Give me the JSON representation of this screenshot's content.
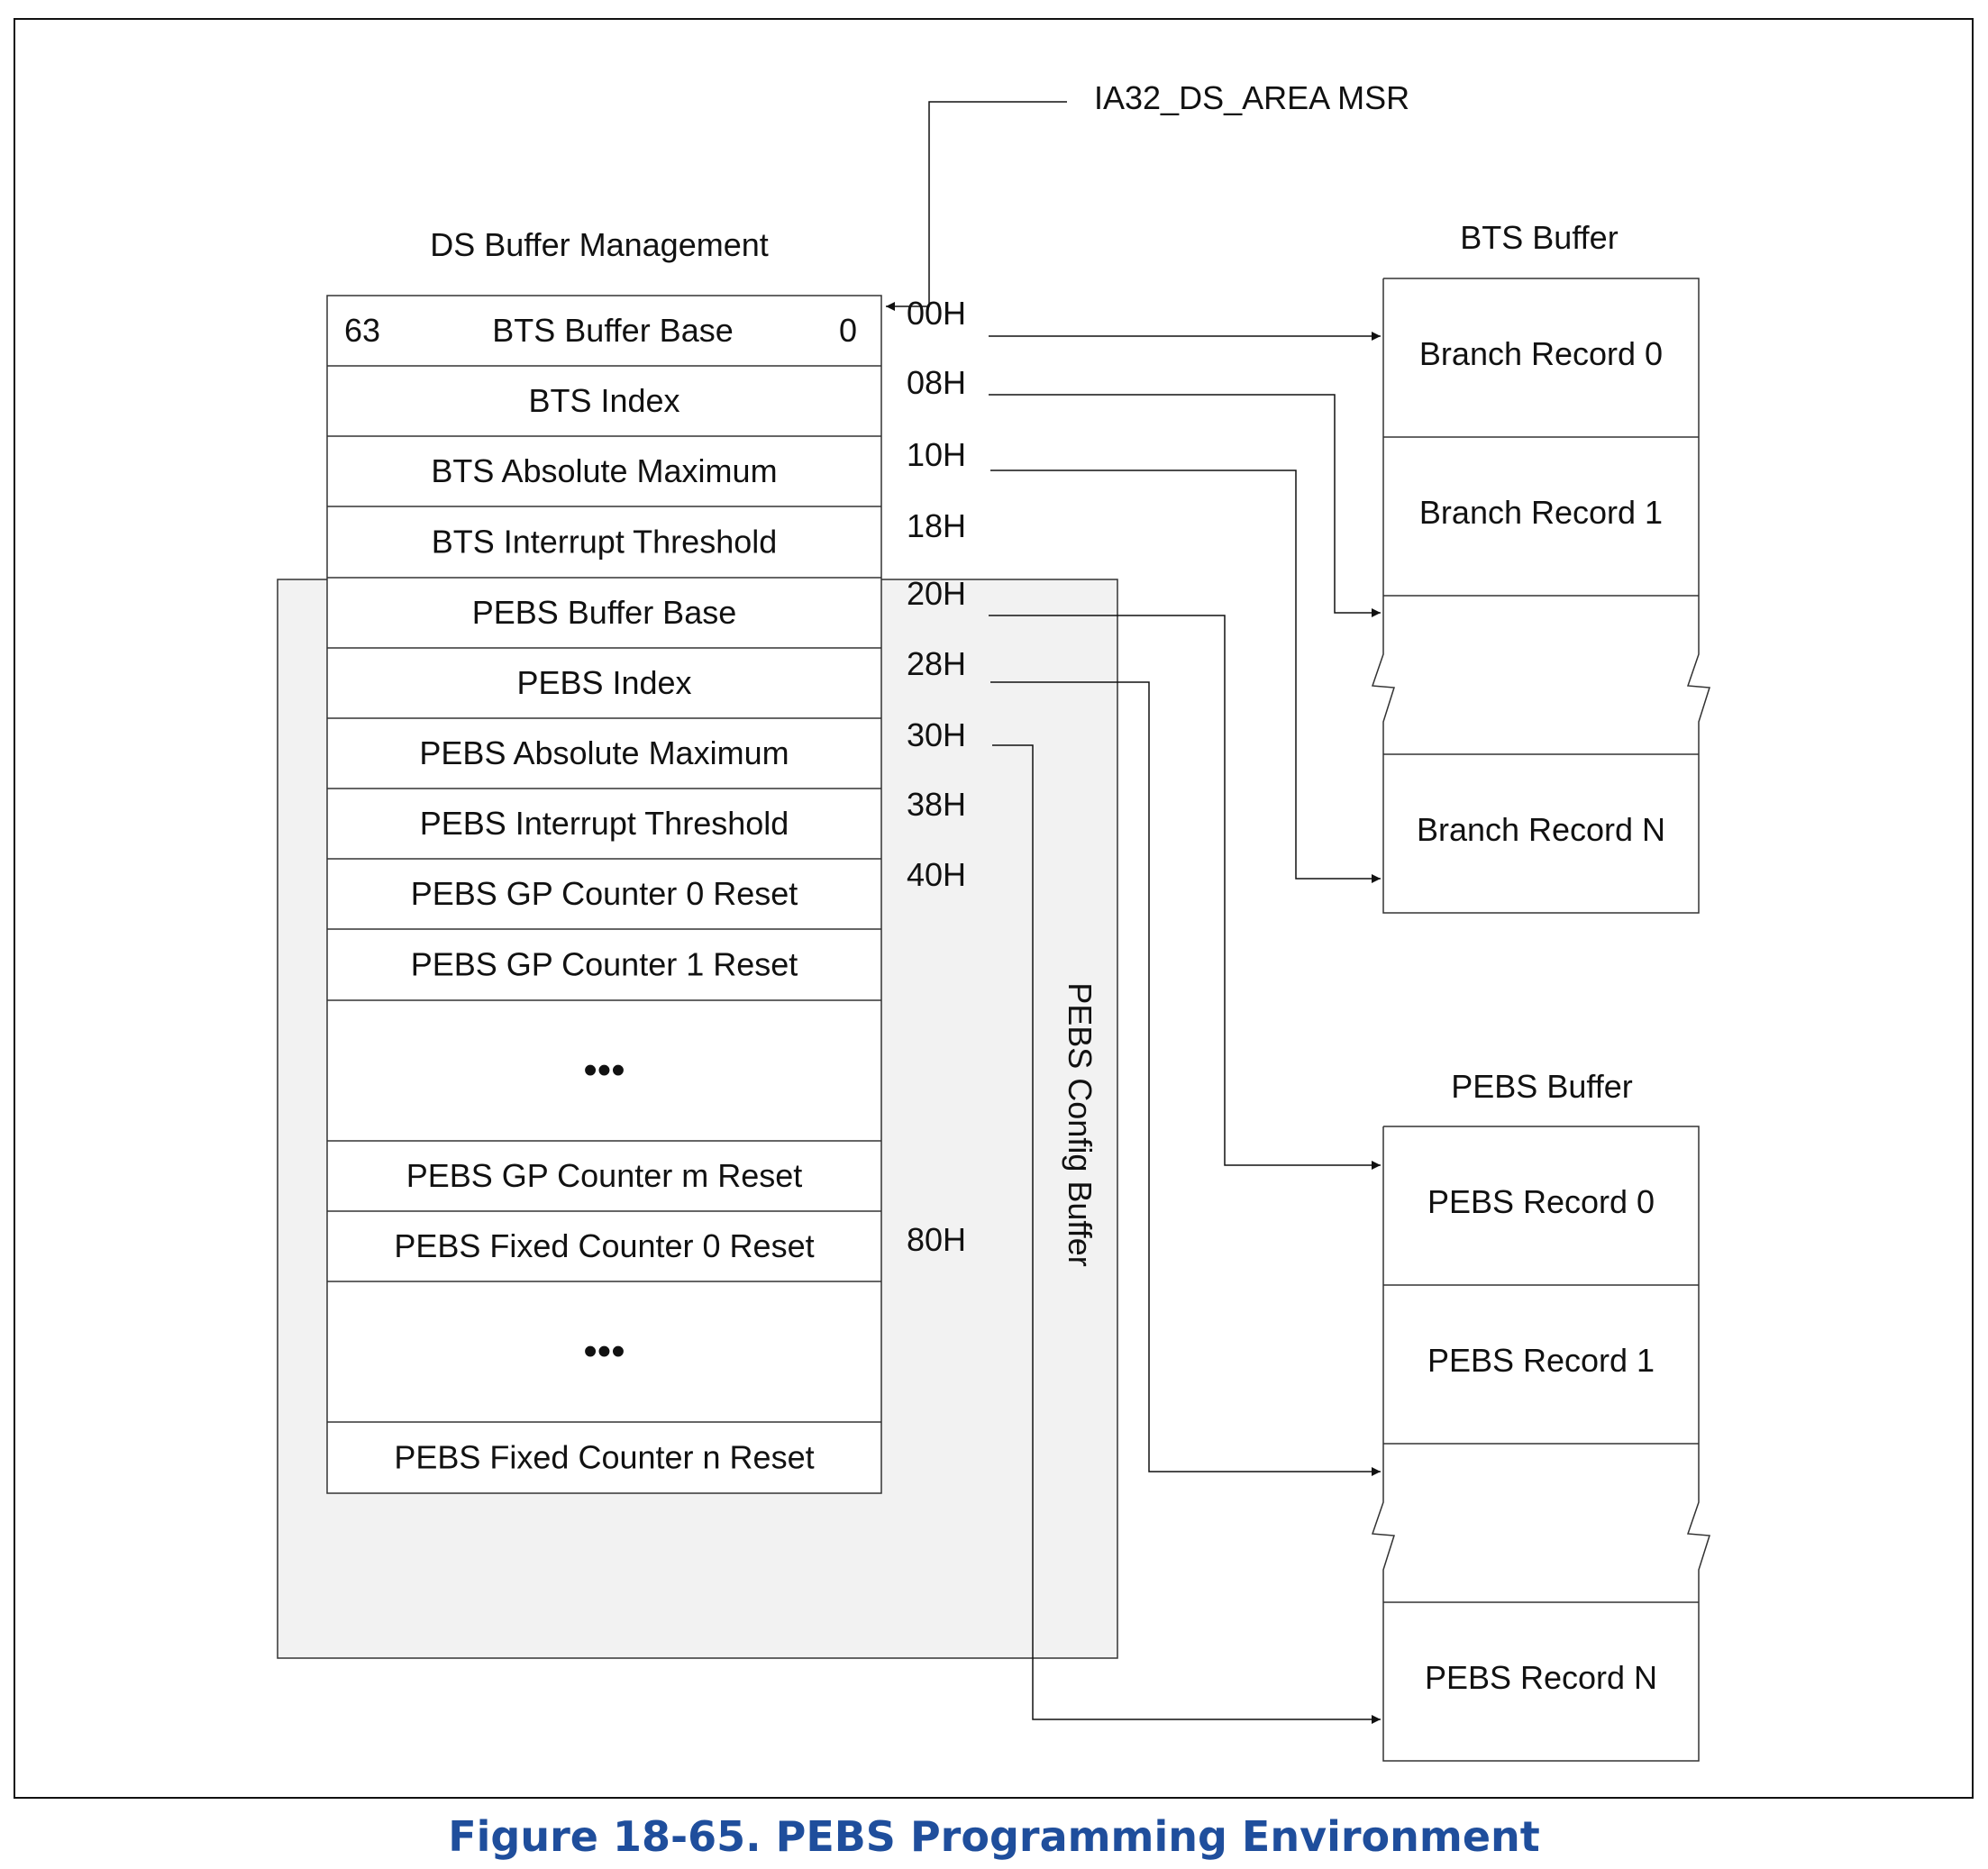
{
  "ia32_label": "IA32_DS_AREA MSR",
  "ds": {
    "title": "DS Buffer Management",
    "bit_high": "63",
    "bit_low": "0",
    "rows": [
      {
        "label": "BTS Buffer Base",
        "offset": "00H"
      },
      {
        "label": "BTS Index",
        "offset": "08H"
      },
      {
        "label": "BTS Absolute Maximum",
        "offset": "10H"
      },
      {
        "label": "BTS Interrupt Threshold",
        "offset": "18H"
      },
      {
        "label": "PEBS Buffer Base",
        "offset": "20H"
      },
      {
        "label": "PEBS Index",
        "offset": "28H"
      },
      {
        "label": "PEBS Absolute Maximum",
        "offset": "30H"
      },
      {
        "label": "PEBS Interrupt Threshold",
        "offset": "38H"
      },
      {
        "label": "PEBS GP Counter 0 Reset",
        "offset": "40H"
      },
      {
        "label": "PEBS GP Counter 1 Reset",
        "offset": ""
      },
      {
        "label": "•••",
        "offset": ""
      },
      {
        "label": "PEBS GP Counter m Reset",
        "offset": ""
      },
      {
        "label": "PEBS Fixed Counter 0 Reset",
        "offset": "80H"
      },
      {
        "label": "•••",
        "offset": ""
      },
      {
        "label": "PEBS Fixed Counter n Reset",
        "offset": ""
      }
    ]
  },
  "pebs_config_label": "PEBS Config Buffer",
  "bts_buffer": {
    "title": "BTS Buffer",
    "records": [
      "Branch Record  0",
      "Branch Record  1",
      "",
      "Branch Record N"
    ]
  },
  "pebs_buffer": {
    "title": "PEBS Buffer",
    "records": [
      "PEBS Record 0",
      "PEBS Record 1",
      "",
      "PEBS Record N"
    ]
  },
  "caption": "Figure 18-65.  PEBS Programming Environment"
}
